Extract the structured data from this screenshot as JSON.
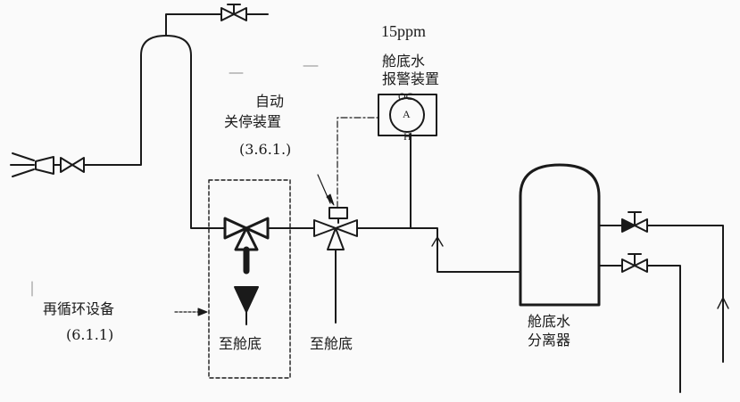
{
  "alarm": {
    "threshold": "15ppm",
    "name_line1": "舱底水",
    "name_line2": "报警装置",
    "gauge_top": "OC",
    "gauge_mid": "A",
    "gauge_bottom": "H"
  },
  "auto_stop": {
    "line1": "自动",
    "line2": "关停装置",
    "ref": "(3.6.1.)"
  },
  "recirculation": {
    "label": "再循环设备",
    "ref": "(6.1.1)"
  },
  "outlets": {
    "to_bilge_left": "至舱底",
    "to_bilge_center": "至舱底"
  },
  "separator": {
    "line1": "舱底水",
    "line2": "分离器"
  },
  "colors": {
    "line": "#1a1a1a",
    "background": "#fafafa"
  }
}
